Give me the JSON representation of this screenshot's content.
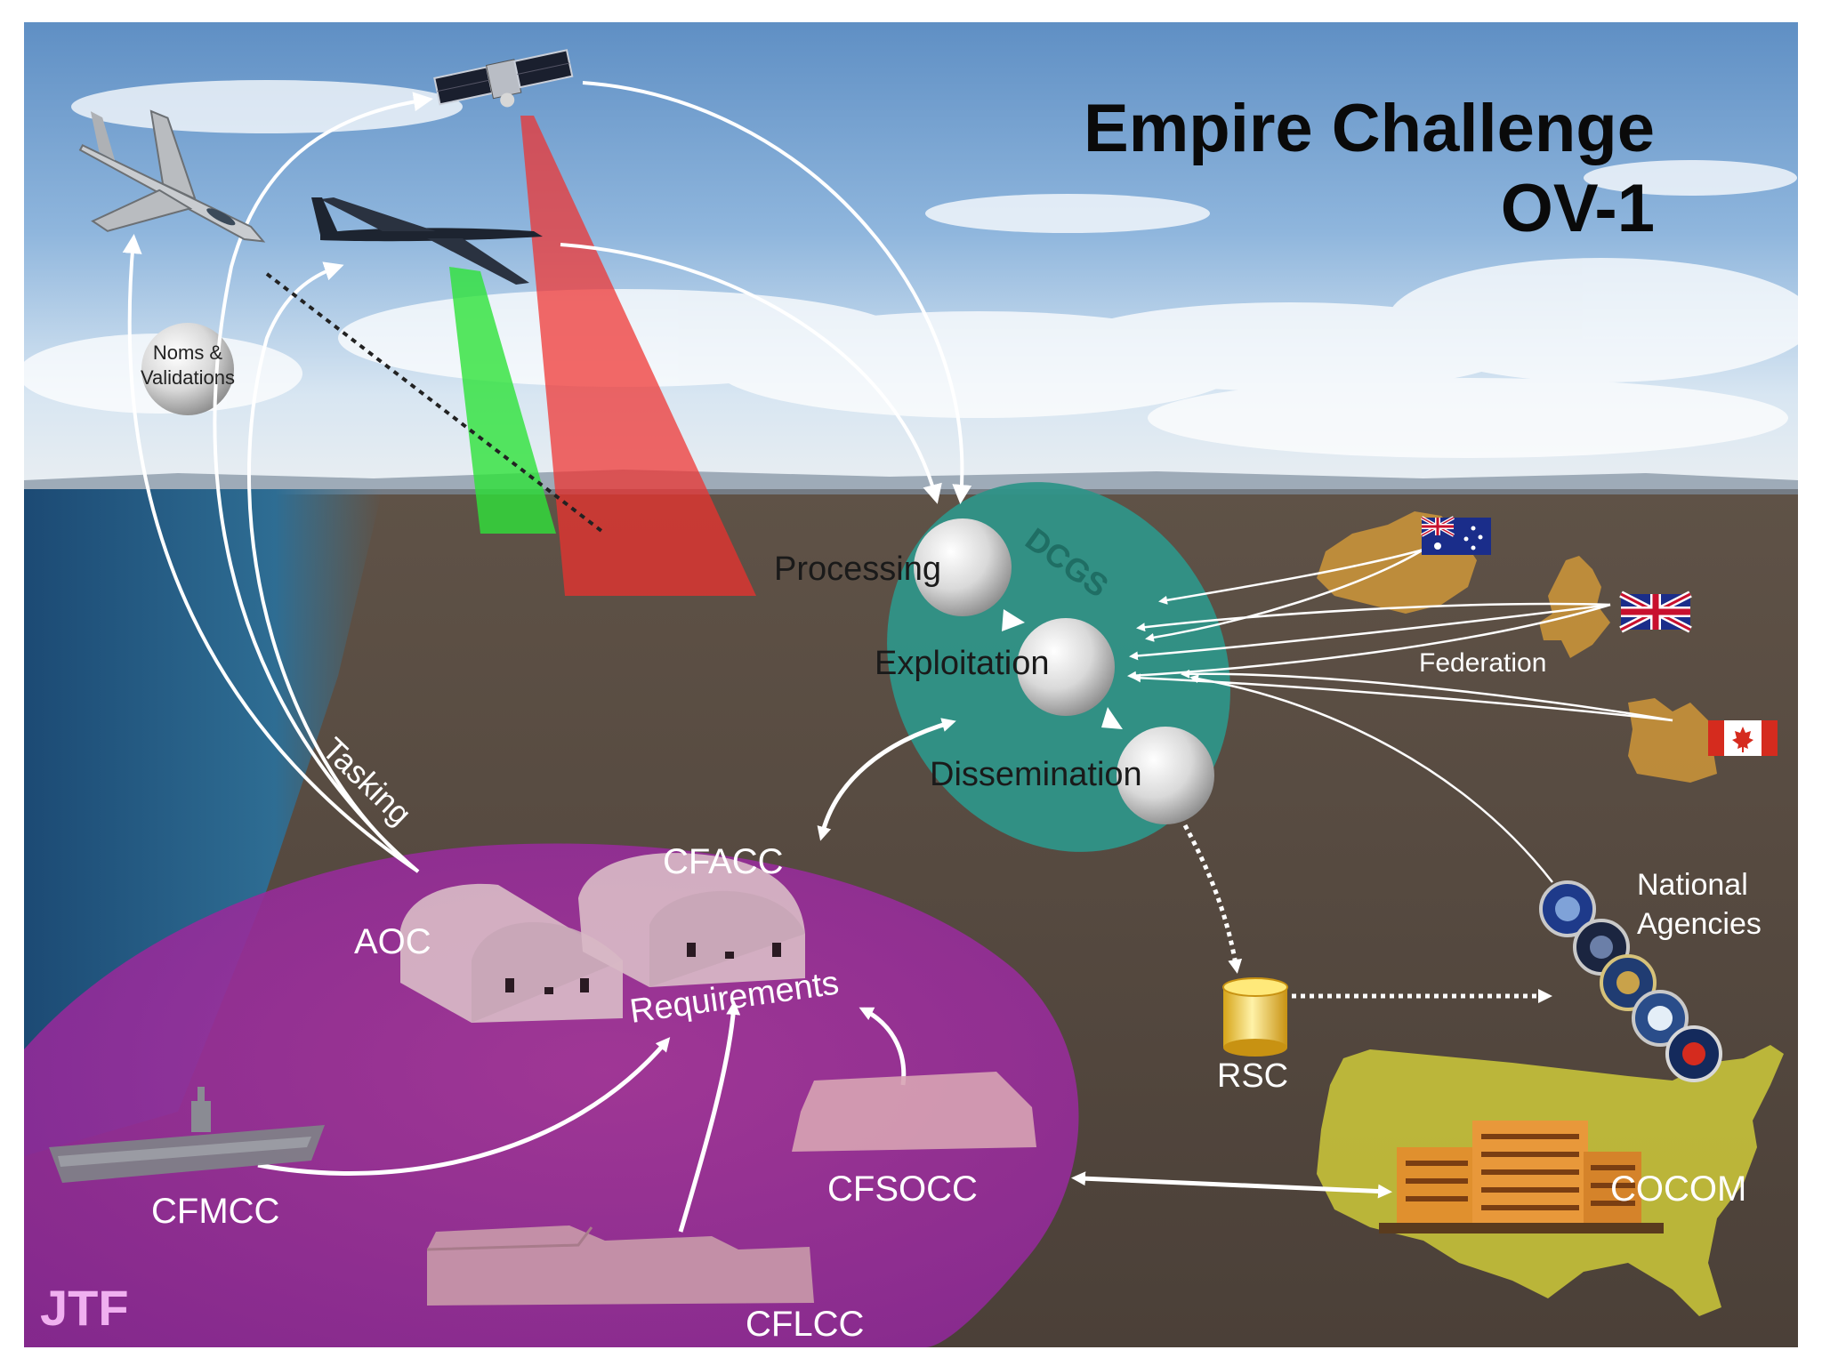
{
  "title": {
    "line1": "Empire Challenge",
    "line2": "OV-1"
  },
  "labels": {
    "noms": [
      "Noms &",
      "Validations"
    ],
    "tasking": "Tasking",
    "dcgs": "DCGS",
    "processing": "Processing",
    "exploitation": "Exploitation",
    "dissemination": "Dissemination",
    "federation": "Federation",
    "national_agencies": [
      "National",
      "Agencies"
    ],
    "rsc": "RSC",
    "cocom": "COCOM",
    "jtf": "JTF",
    "aoc": "AOC",
    "cfacc": "CFACC",
    "requirements": "Requirements",
    "cfmcc": "CFMCC",
    "cfsocc": "CFSOCC",
    "cflcc": "CFLCC"
  },
  "colors": {
    "jtf_region": "#9b2fa0",
    "dcgs_ellipse": "#2f9488",
    "sensor_green": "#2ee23a",
    "sensor_red": "#f0302e",
    "land_tan": "#c8923a",
    "usa_fill": "#c7c23a",
    "title_text": "#0a0a0a",
    "jtf_text": "#f0b0f0",
    "arrow_white": "#ffffff"
  },
  "icons": [
    "satellite-icon",
    "fighter-jet-icon",
    "recon-aircraft-icon",
    "australia-flag-icon",
    "uk-flag-icon",
    "canada-flag-icon",
    "agency-seal-icon",
    "database-cylinder-icon",
    "office-building-icon",
    "aircraft-carrier-icon",
    "quonset-hut-icon",
    "tent-icon"
  ]
}
